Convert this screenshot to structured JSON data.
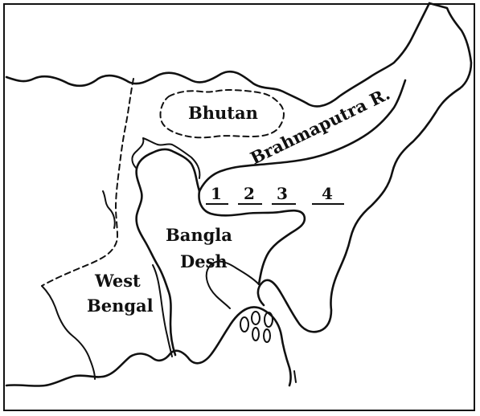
{
  "labels": {
    "bhutan": "Bhutan",
    "river": "Brahmaputra R.",
    "bangla": "Bangla",
    "desh": "Desh",
    "west": "West",
    "bengal": "Bengal"
  },
  "markers": [
    "1",
    "2",
    "3",
    "4"
  ],
  "colors": {
    "ink": "#111111",
    "paper": "#ffffff"
  }
}
